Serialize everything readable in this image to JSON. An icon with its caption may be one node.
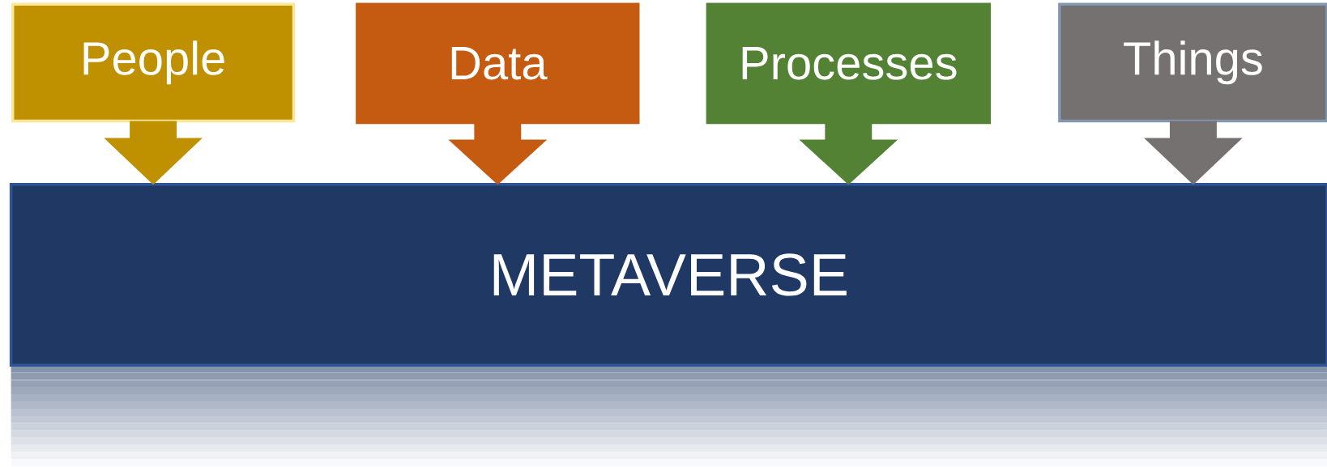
{
  "diagram": {
    "nodes": [
      {
        "text": [
          "People"
        ]
      },
      {
        "text": [
          "Data"
        ]
      },
      {
        "text": [
          "Processes"
        ]
      },
      {
        "text": [
          "Things"
        ]
      },
      {
        "text": [
          "METAVERSE"
        ]
      }
    ],
    "edges": [
      {
        "from": 0,
        "to": 4,
        "arrow": "to",
        "style": "thick",
        "color": "#bf9000"
      },
      {
        "from": 1,
        "to": 4,
        "arrow": "to",
        "style": "thick",
        "color": "#c55a11"
      },
      {
        "from": 2,
        "to": 4,
        "arrow": "to",
        "style": "thick",
        "color": "#548235"
      },
      {
        "from": 3,
        "to": 4,
        "arrow": "to",
        "style": "thick",
        "color": "#767171"
      }
    ]
  }
}
